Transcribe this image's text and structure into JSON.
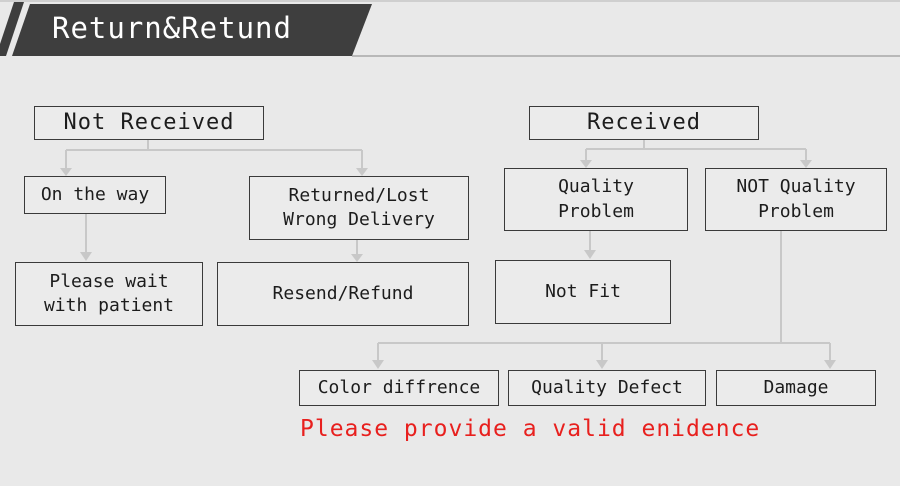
{
  "header": {
    "title": "Return&Retund"
  },
  "colors": {
    "accent_red": "#e8201e",
    "banner_dark": "#3e3e3e",
    "connector": "#c8c8c8"
  },
  "nodes": {
    "not_received": "Not Received",
    "on_the_way": "On the way",
    "returned_lost": "Returned/Lost\nWrong Delivery",
    "please_wait": "Please wait\nwith patient",
    "resend_refund": "Resend/Refund",
    "received": "Received",
    "quality_problem": "Quality\nProblem",
    "not_quality_problem": "NOT Quality\nProblem",
    "not_fit": "Not Fit",
    "color_difference": "Color diffrence",
    "quality_defect": "Quality Defect",
    "damage": "Damage"
  },
  "note": "Please provide a valid enidence"
}
